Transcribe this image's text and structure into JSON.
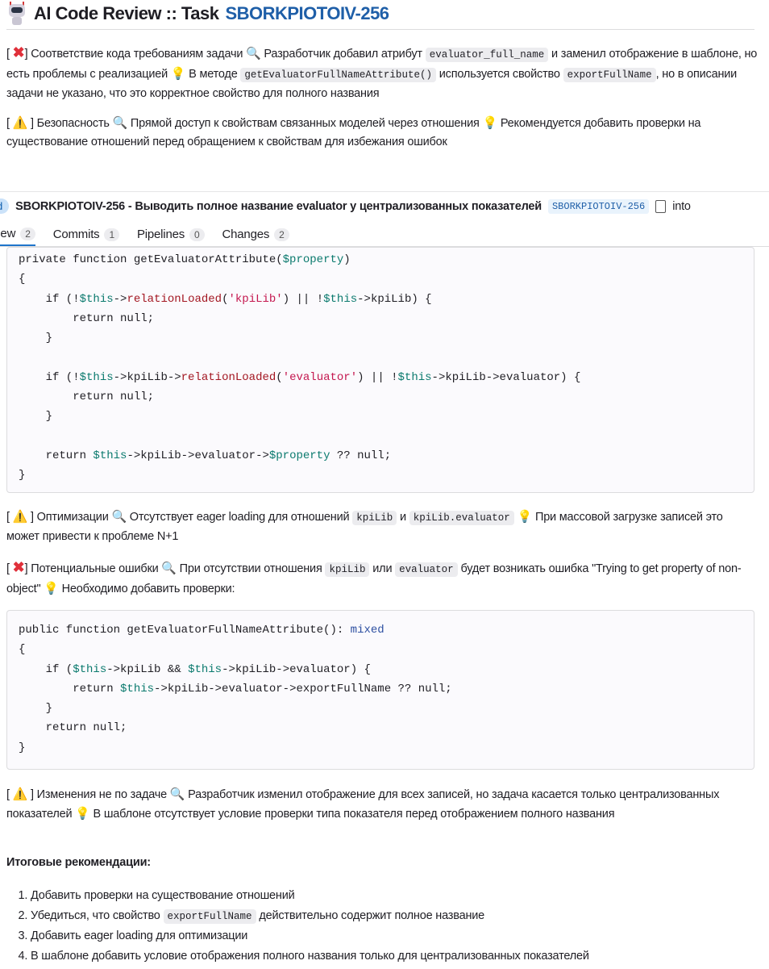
{
  "header": {
    "title": "AI Code Review :: Task",
    "task_link": "SBORKPIOTOIV-256"
  },
  "paragraphs": [
    [
      {
        "t": "[ "
      },
      {
        "e": "x",
        "t": "✖"
      },
      {
        "t": "] Соответствие кода требованиям задачи "
      },
      {
        "e": "mag",
        "t": "🔍"
      },
      {
        "t": " Разработчик добавил атрибут "
      },
      {
        "c": 1,
        "t": "evaluator_full_name"
      },
      {
        "t": " и заменил отображение в шаблоне, но есть проблемы с реализацией "
      },
      {
        "e": "bulb",
        "t": "💡"
      },
      {
        "t": " В методе "
      },
      {
        "c": 1,
        "t": "getEvaluatorFullNameAttribute()"
      },
      {
        "t": " используется свойство "
      },
      {
        "c": 1,
        "t": "exportFullName"
      },
      {
        "t": ", но в описании задачи не указано, что это корректное свойство для полного названия"
      }
    ],
    [
      {
        "t": "[ "
      },
      {
        "e": "warn",
        "t": "⚠️"
      },
      {
        "t": " ] Безопасность "
      },
      {
        "e": "mag",
        "t": "🔍"
      },
      {
        "t": " Прямой доступ к свойствам связанных моделей через отношения "
      },
      {
        "e": "bulb",
        "t": "💡"
      },
      {
        "t": " Рекомендуется добавить проверки на существование отношений перед обращением к свойствам для избежания ошибок"
      }
    ],
    [
      {
        "t": "[ "
      },
      {
        "e": "warn",
        "t": "⚠️"
      },
      {
        "t": " ] Оптимизации "
      },
      {
        "e": "mag",
        "t": "🔍"
      },
      {
        "t": " Отсутствует eager loading для отношений "
      },
      {
        "c": 1,
        "t": "kpiLib"
      },
      {
        "t": " и "
      },
      {
        "c": 1,
        "t": "kpiLib.evaluator"
      },
      {
        "t": " "
      },
      {
        "e": "bulb",
        "t": "💡"
      },
      {
        "t": " При массовой загрузке записей это может привести к проблеме N+1"
      }
    ],
    [
      {
        "t": "[ "
      },
      {
        "e": "x",
        "t": "✖"
      },
      {
        "t": "] Потенциальные ошибки "
      },
      {
        "e": "mag",
        "t": "🔍"
      },
      {
        "t": " При отсутствии отношения "
      },
      {
        "c": 1,
        "t": "kpiLib"
      },
      {
        "t": " или "
      },
      {
        "c": 1,
        "t": "evaluator"
      },
      {
        "t": " будет возникать ошибка \"Trying to get property of non-object\" "
      },
      {
        "e": "bulb",
        "t": "💡"
      },
      {
        "t": " Необходимо добавить проверки:"
      }
    ],
    [
      {
        "t": "[ "
      },
      {
        "e": "warn",
        "t": "⚠️"
      },
      {
        "t": " ] Изменения не по задаче "
      },
      {
        "e": "mag",
        "t": "🔍"
      },
      {
        "t": " Разработчик изменил отображение для всех записей, но задача касается только централизованных показателей "
      },
      {
        "e": "bulb",
        "t": "💡"
      },
      {
        "t": " В шаблоне отсутствует условие проверки типа показателя перед отображением полного названия"
      }
    ]
  ],
  "code_blocks": [
    [
      [
        [
          "private function getEvaluatorAttribute(",
          "kw"
        ],
        [
          "$property",
          "var"
        ],
        [
          ")",
          "kw"
        ]
      ],
      [
        [
          "{",
          "kw"
        ]
      ],
      [
        [
          "    if (!",
          "kw"
        ],
        [
          "$this",
          "var"
        ],
        [
          "->",
          "kw"
        ],
        [
          "relationLoaded",
          "fn"
        ],
        [
          "(",
          "kw"
        ],
        [
          "'kpiLib'",
          "str"
        ],
        [
          ") || !",
          "kw"
        ],
        [
          "$this",
          "var"
        ],
        [
          "->kpiLib) {",
          "kw"
        ]
      ],
      [
        [
          "        return null;",
          "kw"
        ]
      ],
      [
        [
          "    }",
          "kw"
        ]
      ],
      [
        [
          "",
          "kw"
        ]
      ],
      [
        [
          "    if (!",
          "kw"
        ],
        [
          "$this",
          "var"
        ],
        [
          "->kpiLib->",
          "kw"
        ],
        [
          "relationLoaded",
          "fn"
        ],
        [
          "(",
          "kw"
        ],
        [
          "'evaluator'",
          "str"
        ],
        [
          ") || !",
          "kw"
        ],
        [
          "$this",
          "var"
        ],
        [
          "->kpiLib->evaluator) {",
          "kw"
        ]
      ],
      [
        [
          "        return null;",
          "kw"
        ]
      ],
      [
        [
          "    }",
          "kw"
        ]
      ],
      [
        [
          "",
          "kw"
        ]
      ],
      [
        [
          "    return ",
          "kw"
        ],
        [
          "$this",
          "var"
        ],
        [
          "->kpiLib->evaluator->",
          "kw"
        ],
        [
          "$property",
          "var"
        ],
        [
          " ?? null;",
          "kw"
        ]
      ],
      [
        [
          "}",
          "kw"
        ]
      ]
    ],
    [
      [
        [
          "public function getEvaluatorFullNameAttribute(): ",
          "kw"
        ],
        [
          "mixed",
          "type"
        ]
      ],
      [
        [
          "{",
          "kw"
        ]
      ],
      [
        [
          "    if (",
          "kw"
        ],
        [
          "$this",
          "var"
        ],
        [
          "->kpiLib && ",
          "kw"
        ],
        [
          "$this",
          "var"
        ],
        [
          "->kpiLib->evaluator) {",
          "kw"
        ]
      ],
      [
        [
          "        return ",
          "kw"
        ],
        [
          "$this",
          "var"
        ],
        [
          "->kpiLib->evaluator->exportFullName ?? null;",
          "kw"
        ]
      ],
      [
        [
          "    }",
          "kw"
        ]
      ],
      [
        [
          "    return null;",
          "kw"
        ]
      ],
      [
        [
          "}",
          "kw"
        ]
      ]
    ]
  ],
  "mr_header": {
    "status_badge": "ged",
    "title": "SBORKPIOTOIV-256 - Выводить полное название evaluator у централизованных показателей",
    "branch": "SBORKPIOTOIV-256",
    "into": "into",
    "tabs": [
      {
        "label": "view",
        "count": "2"
      },
      {
        "label": "Commits",
        "count": "1"
      },
      {
        "label": "Pipelines",
        "count": "0"
      },
      {
        "label": "Changes",
        "count": "2"
      }
    ]
  },
  "summary": {
    "heading": "Итоговые рекомендации:",
    "items": [
      [
        {
          "t": "Добавить проверки на существование отношений"
        }
      ],
      [
        {
          "t": "Убедиться, что свойство "
        },
        {
          "c": 1,
          "t": "exportFullName"
        },
        {
          "t": " действительно содержит полное название"
        }
      ],
      [
        {
          "t": "Добавить eager loading для оптимизации"
        }
      ],
      [
        {
          "t": "В шаблоне добавить условие отображения полного названия только для централизованных показателей"
        }
      ]
    ]
  }
}
